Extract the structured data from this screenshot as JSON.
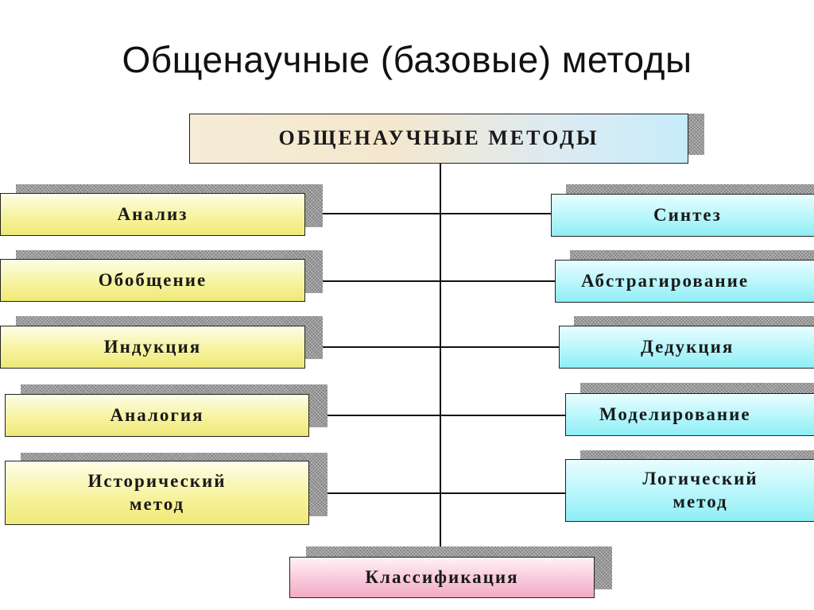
{
  "slide": {
    "title": "Общенаучные (базовые) методы"
  },
  "diagram": {
    "root": "ОБЩЕНАУЧНЫЕ МЕТОДЫ",
    "left": [
      {
        "label": "Анализ"
      },
      {
        "label": "Обобщение"
      },
      {
        "label": "Индукция"
      },
      {
        "label": "Аналогия"
      },
      {
        "label": "Исторический\nметод"
      }
    ],
    "right": [
      {
        "label": "Синтез"
      },
      {
        "label": "Абстрагирование"
      },
      {
        "label": "Дедукция"
      },
      {
        "label": "Моделирование"
      },
      {
        "label": "Логический\nметод"
      }
    ],
    "bottom": "Классификация",
    "colors": {
      "left_fill": "#f7f3a0",
      "right_fill": "#b7f6fb",
      "bottom_fill": "#f8c9da",
      "root_fill": "#f4e7cd",
      "shadow": "#9a9a9a",
      "line": "#111111"
    }
  }
}
